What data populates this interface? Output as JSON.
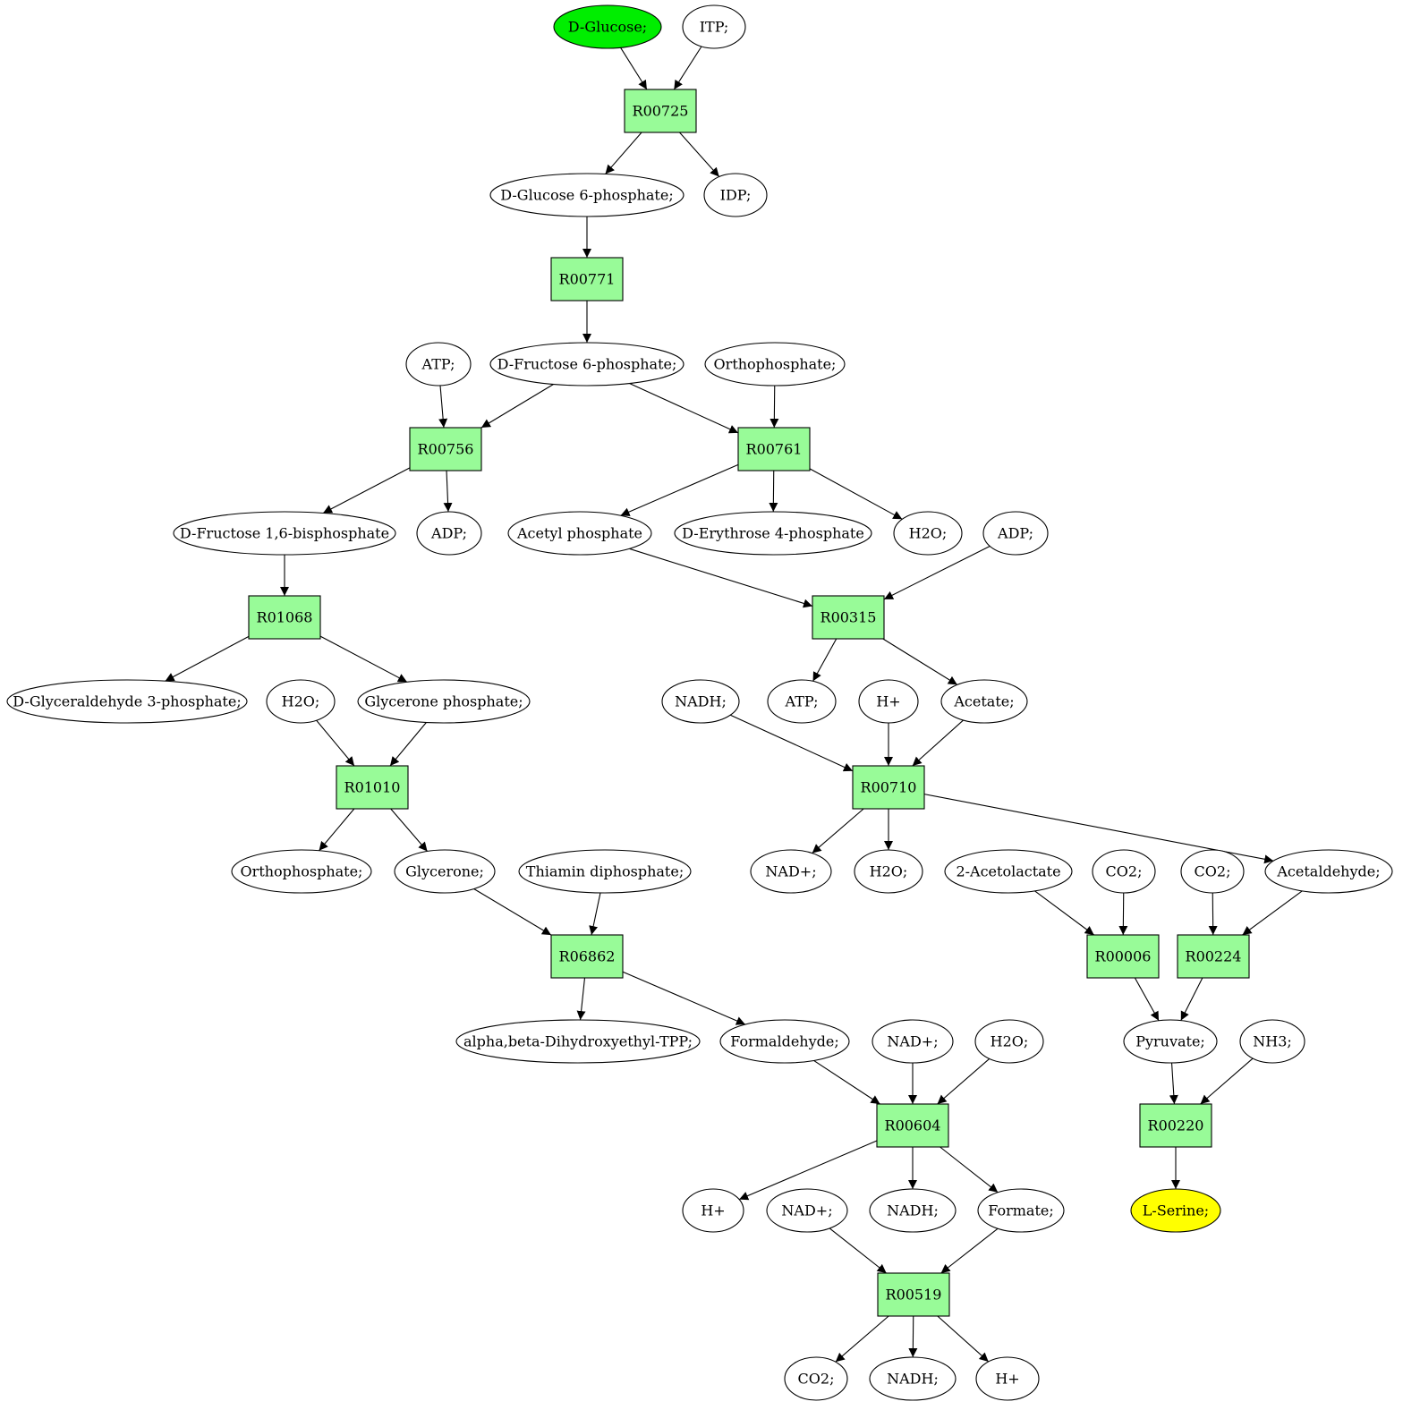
{
  "colors": {
    "reaction_fill": "#98fb98",
    "compound_fill": "#ffffff",
    "start_fill": "#00ee00",
    "end_fill": "#ffff00",
    "stroke": "#000000"
  },
  "nodes": [
    {
      "id": "glucose",
      "type": "compound",
      "role": "start",
      "label": "D-Glucose;"
    },
    {
      "id": "itp",
      "type": "compound",
      "label": "ITP;"
    },
    {
      "id": "R00725",
      "type": "reaction",
      "label": "R00725"
    },
    {
      "id": "g6p",
      "type": "compound",
      "label": "D-Glucose 6-phosphate;"
    },
    {
      "id": "idp",
      "type": "compound",
      "label": "IDP;"
    },
    {
      "id": "R00771",
      "type": "reaction",
      "label": "R00771"
    },
    {
      "id": "atp1",
      "type": "compound",
      "label": "ATP;"
    },
    {
      "id": "f6p",
      "type": "compound",
      "label": "D-Fructose 6-phosphate;"
    },
    {
      "id": "pi1",
      "type": "compound",
      "label": "Orthophosphate;"
    },
    {
      "id": "R00756",
      "type": "reaction",
      "label": "R00756"
    },
    {
      "id": "R00761",
      "type": "reaction",
      "label": "R00761"
    },
    {
      "id": "fbp",
      "type": "compound",
      "label": "D-Fructose 1,6-bisphosphate"
    },
    {
      "id": "adp1",
      "type": "compound",
      "label": "ADP;"
    },
    {
      "id": "acp",
      "type": "compound",
      "label": "Acetyl phosphate"
    },
    {
      "id": "e4p",
      "type": "compound",
      "label": "D-Erythrose 4-phosphate"
    },
    {
      "id": "h2o1",
      "type": "compound",
      "label": "H2O;"
    },
    {
      "id": "adp2",
      "type": "compound",
      "label": "ADP;"
    },
    {
      "id": "R01068",
      "type": "reaction",
      "label": "R01068"
    },
    {
      "id": "R00315",
      "type": "reaction",
      "label": "R00315"
    },
    {
      "id": "gap",
      "type": "compound",
      "label": "D-Glyceraldehyde 3-phosphate;"
    },
    {
      "id": "h2o2",
      "type": "compound",
      "label": "H2O;"
    },
    {
      "id": "dhap",
      "type": "compound",
      "label": "Glycerone phosphate;"
    },
    {
      "id": "nadh1",
      "type": "compound",
      "label": "NADH;"
    },
    {
      "id": "atp2",
      "type": "compound",
      "label": "ATP;"
    },
    {
      "id": "hplus1",
      "type": "compound",
      "label": "H+"
    },
    {
      "id": "acetate",
      "type": "compound",
      "label": "Acetate;"
    },
    {
      "id": "R01010",
      "type": "reaction",
      "label": "R01010"
    },
    {
      "id": "R00710",
      "type": "reaction",
      "label": "R00710"
    },
    {
      "id": "pi2",
      "type": "compound",
      "label": "Orthophosphate;"
    },
    {
      "id": "glycerone",
      "type": "compound",
      "label": "Glycerone;"
    },
    {
      "id": "tpp",
      "type": "compound",
      "label": "Thiamin diphosphate;"
    },
    {
      "id": "nad1",
      "type": "compound",
      "label": "NAD+;"
    },
    {
      "id": "h2o3",
      "type": "compound",
      "label": "H2O;"
    },
    {
      "id": "acetolactate",
      "type": "compound",
      "label": "2-Acetolactate"
    },
    {
      "id": "co2a",
      "type": "compound",
      "label": "CO2;"
    },
    {
      "id": "co2b",
      "type": "compound",
      "label": "CO2;"
    },
    {
      "id": "acetaldehyde",
      "type": "compound",
      "label": "Acetaldehyde;"
    },
    {
      "id": "R06862",
      "type": "reaction",
      "label": "R06862"
    },
    {
      "id": "R00006",
      "type": "reaction",
      "label": "R00006"
    },
    {
      "id": "R00224",
      "type": "reaction",
      "label": "R00224"
    },
    {
      "id": "hetpp",
      "type": "compound",
      "label": "alpha,beta-Dihydroxyethyl-TPP;"
    },
    {
      "id": "formaldehyde",
      "type": "compound",
      "label": "Formaldehyde;"
    },
    {
      "id": "nad2",
      "type": "compound",
      "label": "NAD+;"
    },
    {
      "id": "h2o4",
      "type": "compound",
      "label": "H2O;"
    },
    {
      "id": "pyruvate",
      "type": "compound",
      "label": "Pyruvate;"
    },
    {
      "id": "nh3",
      "type": "compound",
      "label": "NH3;"
    },
    {
      "id": "R00604",
      "type": "reaction",
      "label": "R00604"
    },
    {
      "id": "R00220",
      "type": "reaction",
      "label": "R00220"
    },
    {
      "id": "hplus2",
      "type": "compound",
      "label": "H+"
    },
    {
      "id": "nad3",
      "type": "compound",
      "label": "NAD+;"
    },
    {
      "id": "nadh2",
      "type": "compound",
      "label": "NADH;"
    },
    {
      "id": "formate",
      "type": "compound",
      "label": "Formate;"
    },
    {
      "id": "serine",
      "type": "compound",
      "role": "end",
      "label": "L-Serine;"
    },
    {
      "id": "R00519",
      "type": "reaction",
      "label": "R00519"
    },
    {
      "id": "co2c",
      "type": "compound",
      "label": "CO2;"
    },
    {
      "id": "nadh3",
      "type": "compound",
      "label": "NADH;"
    },
    {
      "id": "hplus3",
      "type": "compound",
      "label": "H+"
    }
  ],
  "edges": [
    [
      "glucose",
      "R00725"
    ],
    [
      "itp",
      "R00725"
    ],
    [
      "R00725",
      "g6p"
    ],
    [
      "R00725",
      "idp"
    ],
    [
      "g6p",
      "R00771"
    ],
    [
      "R00771",
      "f6p"
    ],
    [
      "atp1",
      "R00756"
    ],
    [
      "f6p",
      "R00756"
    ],
    [
      "f6p",
      "R00761"
    ],
    [
      "pi1",
      "R00761"
    ],
    [
      "R00756",
      "fbp"
    ],
    [
      "R00756",
      "adp1"
    ],
    [
      "R00761",
      "acp"
    ],
    [
      "R00761",
      "e4p"
    ],
    [
      "R00761",
      "h2o1"
    ],
    [
      "fbp",
      "R01068"
    ],
    [
      "acp",
      "R00315"
    ],
    [
      "adp2",
      "R00315"
    ],
    [
      "R01068",
      "gap"
    ],
    [
      "R01068",
      "dhap"
    ],
    [
      "R00315",
      "atp2"
    ],
    [
      "R00315",
      "acetate"
    ],
    [
      "h2o2",
      "R01010"
    ],
    [
      "dhap",
      "R01010"
    ],
    [
      "nadh1",
      "R00710"
    ],
    [
      "hplus1",
      "R00710"
    ],
    [
      "acetate",
      "R00710"
    ],
    [
      "R01010",
      "pi2"
    ],
    [
      "R01010",
      "glycerone"
    ],
    [
      "R00710",
      "nad1"
    ],
    [
      "R00710",
      "h2o3"
    ],
    [
      "R00710",
      "acetaldehyde"
    ],
    [
      "glycerone",
      "R06862"
    ],
    [
      "tpp",
      "R06862"
    ],
    [
      "acetolactate",
      "R00006"
    ],
    [
      "co2a",
      "R00006"
    ],
    [
      "co2b",
      "R00224"
    ],
    [
      "acetaldehyde",
      "R00224"
    ],
    [
      "R06862",
      "hetpp"
    ],
    [
      "R06862",
      "formaldehyde"
    ],
    [
      "R00006",
      "pyruvate"
    ],
    [
      "R00224",
      "pyruvate"
    ],
    [
      "formaldehyde",
      "R00604"
    ],
    [
      "nad2",
      "R00604"
    ],
    [
      "h2o4",
      "R00604"
    ],
    [
      "pyruvate",
      "R00220"
    ],
    [
      "nh3",
      "R00220"
    ],
    [
      "R00604",
      "hplus2"
    ],
    [
      "R00604",
      "nadh2"
    ],
    [
      "R00604",
      "formate"
    ],
    [
      "R00220",
      "serine"
    ],
    [
      "nad3",
      "R00519"
    ],
    [
      "formate",
      "R00519"
    ],
    [
      "R00519",
      "co2c"
    ],
    [
      "R00519",
      "nadh3"
    ],
    [
      "R00519",
      "hplus3"
    ]
  ]
}
